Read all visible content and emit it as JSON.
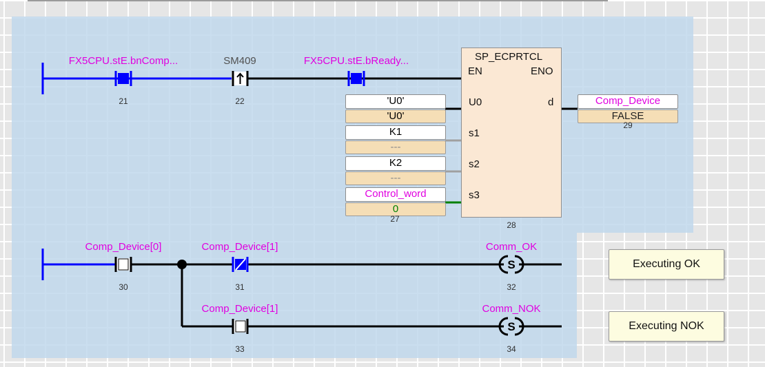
{
  "rung1": {
    "contact_21": {
      "label": "FX5CPU.stE.bnComp...",
      "number": "21"
    },
    "contact_22": {
      "label": "SM409",
      "number": "22"
    },
    "contact_23": {
      "label": "FX5CPU.stE.bReady..."
    },
    "function_block": {
      "name": "SP_ECPRTCL",
      "en": "EN",
      "eno": "ENO",
      "pin_u0": "U0",
      "pin_s1": "s1",
      "pin_s2": "s2",
      "pin_s3": "s3",
      "pin_d": "d",
      "number": "28"
    },
    "inputs": {
      "u0": {
        "value": "'U0'",
        "current": "'U0'"
      },
      "s1": {
        "value": "K1",
        "current": "---"
      },
      "s2": {
        "value": "K2",
        "current": "---"
      },
      "s3": {
        "value": "Control_word",
        "current": "0",
        "number": "27"
      }
    },
    "output_d": {
      "value": "Comp_Device",
      "current": "FALSE",
      "number": "29"
    }
  },
  "rung2": {
    "contact_30": {
      "label": "Comp_Device[0]",
      "number": "30"
    },
    "contact_31": {
      "label": "Comp_Device[1]",
      "number": "31"
    },
    "coil_32": {
      "label": "Comm_OK",
      "number": "32"
    },
    "contact_33": {
      "label": "Comp_Device[1]",
      "number": "33"
    },
    "coil_34": {
      "label": "Comm_NOK",
      "number": "34"
    }
  },
  "comments": {
    "ok": "Executing OK",
    "nok": "Executing NOK"
  },
  "colors": {
    "energized": "#0000ff",
    "wire": "#000000",
    "variable_text": "#e000e0",
    "current_value_bg": "#f5deb6",
    "fb_bg": "#fbe8d4",
    "comment_bg": "#fdfce0",
    "numeric_value": "#008000"
  }
}
